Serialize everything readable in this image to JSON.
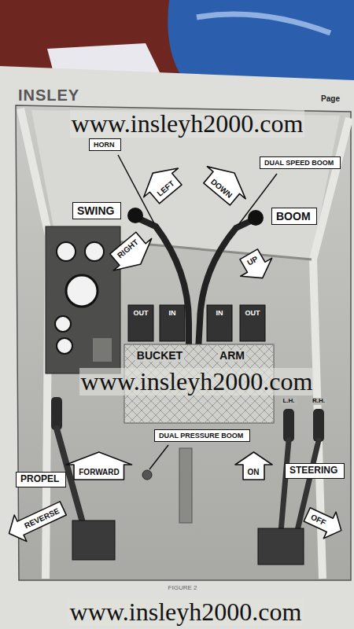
{
  "diagram": {
    "nodes": [
      {
        "text": [
          "HORN"
        ]
      },
      {
        "text": [
          "DUAL SPEED BOOM"
        ]
      },
      {
        "text": [
          "LEFT"
        ]
      },
      {
        "text": [
          "DOWN"
        ]
      },
      {
        "text": [
          "SWING"
        ]
      },
      {
        "text": [
          "BOOM"
        ]
      },
      {
        "text": [
          "RIGHT"
        ]
      },
      {
        "text": [
          "UP"
        ]
      },
      {
        "text": [
          "DUAL PRESSURE BOOM"
        ]
      },
      {
        "text": [
          "FORWARD"
        ]
      },
      {
        "text": [
          "ON"
        ]
      },
      {
        "text": [
          "STEERING"
        ]
      },
      {
        "text": [
          "PROPEL"
        ]
      },
      {
        "text": [
          "REVERSE"
        ]
      },
      {
        "text": [
          "OFF"
        ]
      }
    ],
    "labels": [
      "INSLEY",
      "Page",
      "www.insleyh2000.com",
      "OUT",
      "IN",
      "IN",
      "OUT",
      "BUCKET",
      "ARM",
      "www.insleyh2000.com",
      "L.H.",
      "R.H.",
      "FIGURE 2",
      "www.insleyh2000.com"
    ]
  }
}
